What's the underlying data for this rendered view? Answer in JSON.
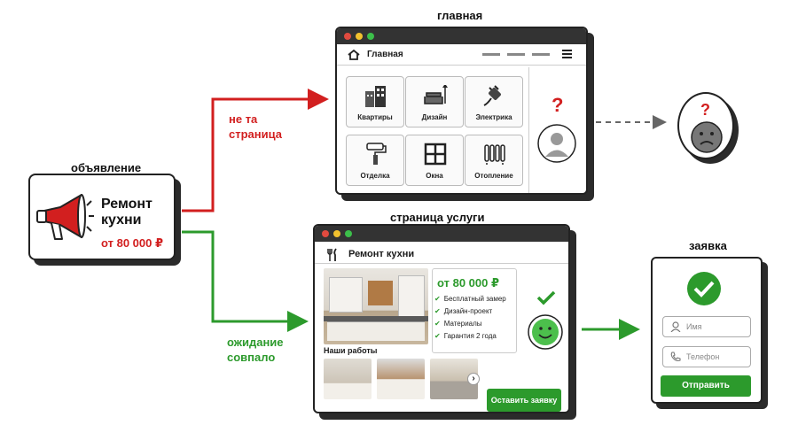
{
  "labels": {
    "ad": "объявление",
    "home": "главная",
    "service": "страница услуги",
    "form": "заявка",
    "wrong": "не та\nстраница",
    "right": "ожидание\nсовпало"
  },
  "ad": {
    "title": "Ремонт кухни",
    "price": "от 80 000 ₽"
  },
  "home": {
    "title": "Главная",
    "tiles": [
      "Квартиры",
      "Дизайн",
      "Электрика",
      "Отделка",
      "Окна",
      "Отопление"
    ],
    "question": "?"
  },
  "service": {
    "title": "Ремонт кухни",
    "price": "от 80 000 ₽",
    "features": [
      "Бесплатный замер",
      "Дизайн-проект",
      "Материалы",
      "Гарантия 2 года"
    ],
    "works_heading": "Наши работы",
    "cta": "Оставить заявку"
  },
  "form": {
    "name_placeholder": "Имя",
    "phone_placeholder": "Телефон",
    "submit": "Отправить"
  },
  "colors": {
    "red": "#d21f1f",
    "green": "#2c9a2c",
    "dark": "#2b2b2b"
  }
}
